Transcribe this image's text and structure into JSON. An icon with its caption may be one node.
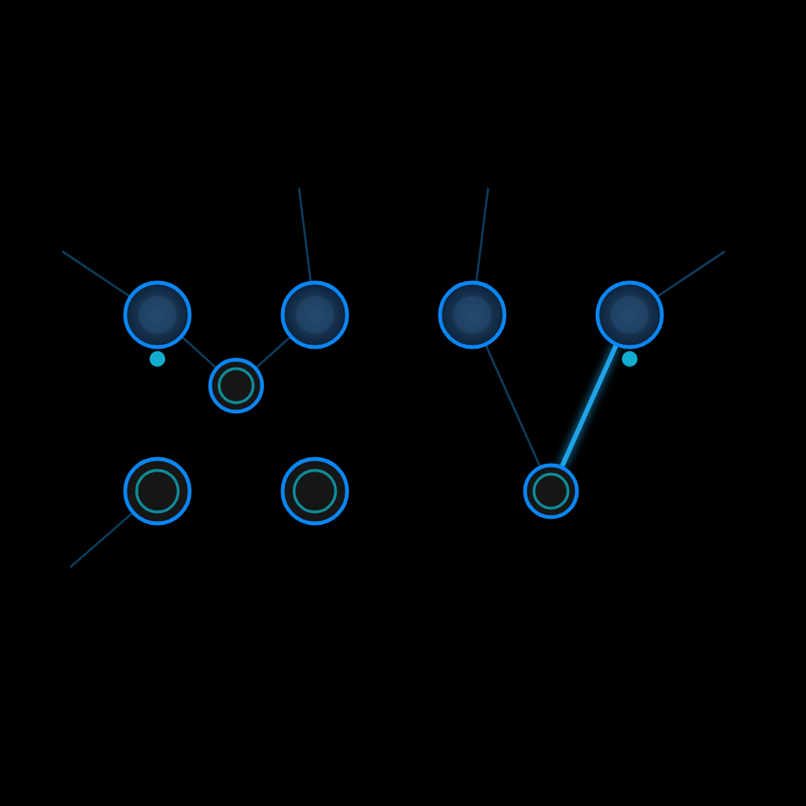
{
  "diagram": {
    "nodes": [
      {
        "text": [],
        "shape": "circle"
      },
      {
        "text": [],
        "shape": "circle"
      },
      {
        "text": [],
        "shape": "circle"
      },
      {
        "text": [],
        "shape": "circle"
      },
      {
        "text": [],
        "shape": "circle"
      },
      {
        "text": [],
        "shape": "circle"
      },
      {
        "text": [],
        "shape": "circle"
      },
      {
        "text": [],
        "shape": "circle"
      }
    ],
    "edges": [
      {
        "from": null,
        "to": 0,
        "arrow": "none"
      },
      {
        "from": null,
        "to": 1,
        "arrow": "none"
      },
      {
        "from": 0,
        "to": 4,
        "arrow": "none"
      },
      {
        "from": 1,
        "to": 4,
        "arrow": "none"
      },
      {
        "from": null,
        "to": 2,
        "arrow": "none"
      },
      {
        "from": null,
        "to": 3,
        "arrow": "none"
      },
      {
        "from": 2,
        "to": 7,
        "arrow": "none"
      },
      {
        "from": 3,
        "to": 7,
        "arrow": "none",
        "style": "thick",
        "color": "#1fa3e6"
      },
      {
        "from": null,
        "to": 5,
        "arrow": "none"
      }
    ]
  }
}
